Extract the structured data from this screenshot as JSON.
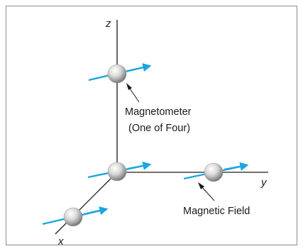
{
  "axes": {
    "z": "z",
    "y": "y",
    "x": "x"
  },
  "callouts": {
    "magnetometer_line1": "Magnetometer",
    "magnetometer_line2": "(One of Four)",
    "field": "Magnetic Field"
  },
  "colors": {
    "frame": "#8a8a8a",
    "axis": "#1a1a1a",
    "field_arrow": "#1aa7e0",
    "sphere_light": "#ffffff",
    "sphere_dark": "#6f6f6f"
  }
}
